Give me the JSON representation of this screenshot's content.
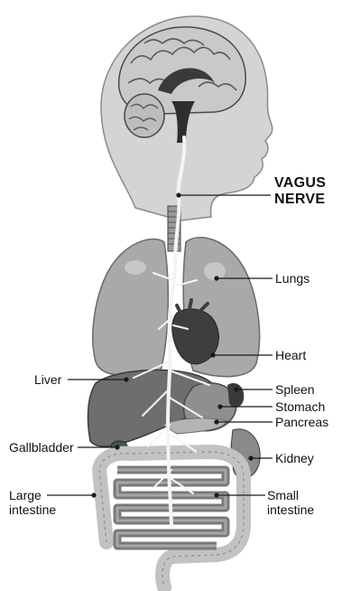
{
  "colors": {
    "background": "#ffffff",
    "skin": "#d4d4d4",
    "skin_outline": "#8a8a8a",
    "organ_light": "#a9a9a9",
    "organ_mid": "#8f8f8f",
    "organ_dark": "#4a4a4a",
    "nerve": "#f4f4f4",
    "label_text": "#111111",
    "leader": "#1a1a1a"
  },
  "labels": {
    "vagus_line1": "VAGUS",
    "vagus_line2": "NERVE",
    "lungs": "Lungs",
    "heart": "Heart",
    "liver": "Liver",
    "spleen": "Spleen",
    "stomach": "Stomach",
    "pancreas": "Pancreas",
    "gallbladder": "Gallbladder",
    "kidney": "Kidney",
    "large_intestine_line1": "Large",
    "large_intestine_line2": "intestine",
    "small_intestine_line1": "Small",
    "small_intestine_line2": "intestine"
  }
}
